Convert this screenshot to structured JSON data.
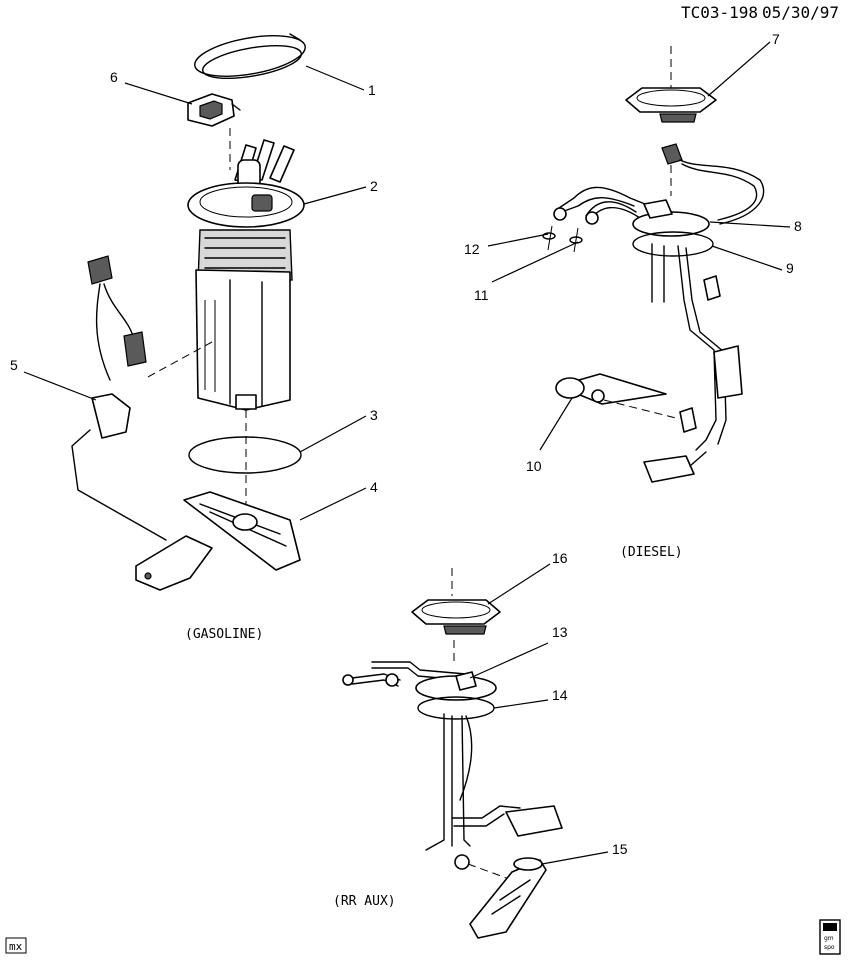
{
  "header": {
    "doc_id": "TC03-198",
    "date": "05/30/97"
  },
  "sections": {
    "gasoline": "(GASOLINE)",
    "diesel": "(DIESEL)",
    "rr_aux": "(RR AUX)"
  },
  "callouts": [
    "1",
    "2",
    "3",
    "4",
    "5",
    "6",
    "7",
    "8",
    "9",
    "10",
    "11",
    "12",
    "13",
    "14",
    "15",
    "16"
  ],
  "corner_marks": {
    "left": "mx",
    "logo": "gm spo"
  }
}
